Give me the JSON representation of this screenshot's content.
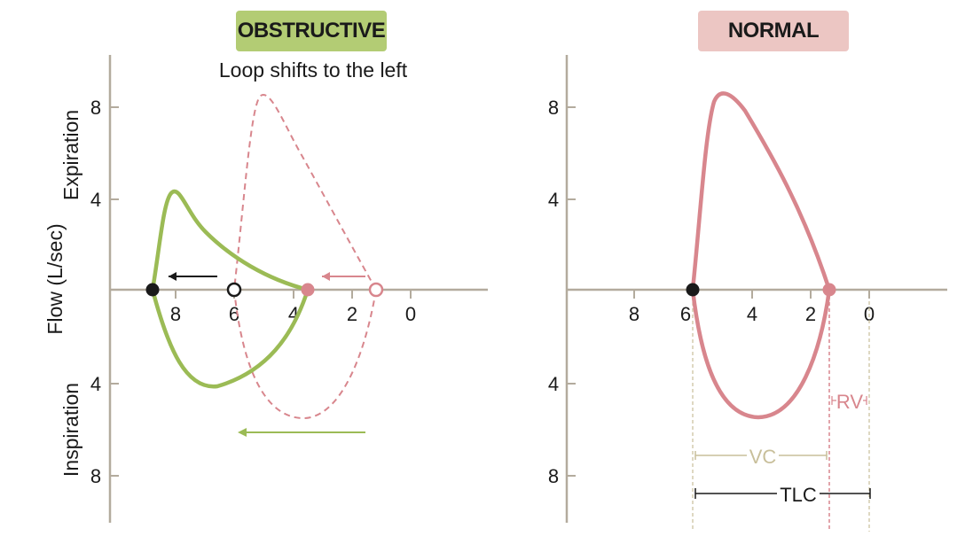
{
  "colors": {
    "obstructive_badge": "#b3cc74",
    "normal_badge": "#ecc6c3",
    "green": "#9bbb55",
    "pink": "#d8868d",
    "tan": "#c8bf9a",
    "axis": "#b3ab9d",
    "text": "#1a1a1a"
  },
  "panels": {
    "obstructive": {
      "title": "OBSTRUCTIVE",
      "subtitle": "Loop shifts to the left"
    },
    "normal": {
      "title": "NORMAL"
    }
  },
  "axes": {
    "ylabel": "Flow (L/sec)",
    "expiration_label": "Expiration",
    "inspiration_label": "Inspiration",
    "x_ticks": [
      "8",
      "6",
      "4",
      "2",
      "0"
    ],
    "y_expiration_ticks": [
      "8",
      "4"
    ],
    "y_inspiration_ticks": [
      "4",
      "8"
    ]
  },
  "annotations": {
    "rv": "RV",
    "vc": "VC",
    "tlc": "TLC"
  }
}
